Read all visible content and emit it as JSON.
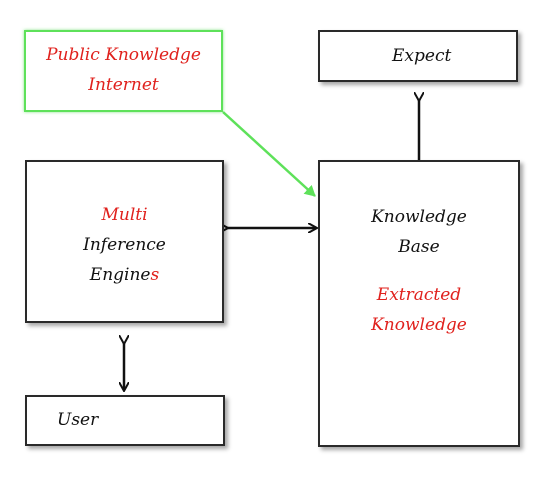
{
  "nodes": {
    "public": {
      "line1": "Public Knowledge",
      "line2": "Internet"
    },
    "expect": {
      "label": "Expect"
    },
    "multi": {
      "line1": "Multi",
      "line2": "Inference",
      "line3_main": "Engine",
      "line3_suffix": "s"
    },
    "kb": {
      "line1": "Knowledge",
      "line2": "Base",
      "line3": "Extracted",
      "line4": "Knowledge"
    },
    "user": {
      "label": "User"
    }
  },
  "colors": {
    "accent_red": "#e0211d",
    "accent_green": "#5ee15a",
    "border": "#2a2a2a",
    "text": "#111111"
  }
}
